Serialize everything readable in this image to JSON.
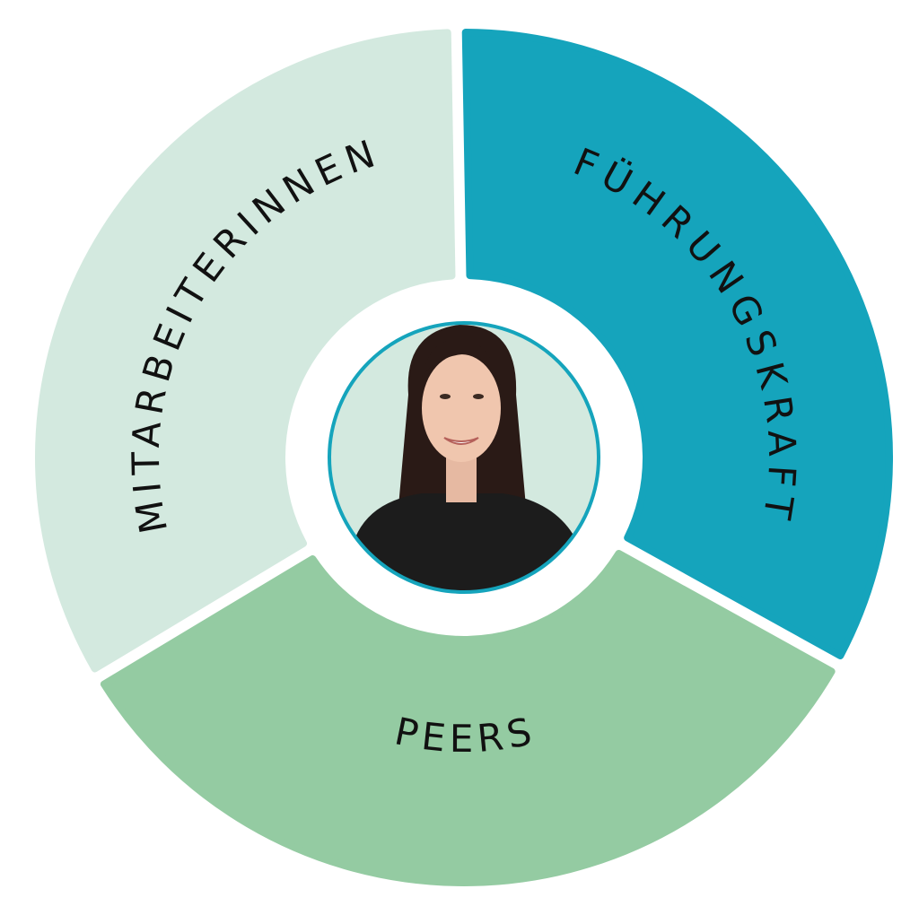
{
  "segments": [
    {
      "key": "fuehrungskraft",
      "label": "FÜHRUNGSKRAFT",
      "color": "#15a4bc"
    },
    {
      "key": "peers",
      "label": "PEERS",
      "color": "#94cba2"
    },
    {
      "key": "mitarbeiterinnen",
      "label": "MITARBEITERINNEN",
      "color": "#d3e9df"
    }
  ],
  "center": {
    "ring_color": "#15a4bc",
    "background_color": "#d3e9df"
  }
}
